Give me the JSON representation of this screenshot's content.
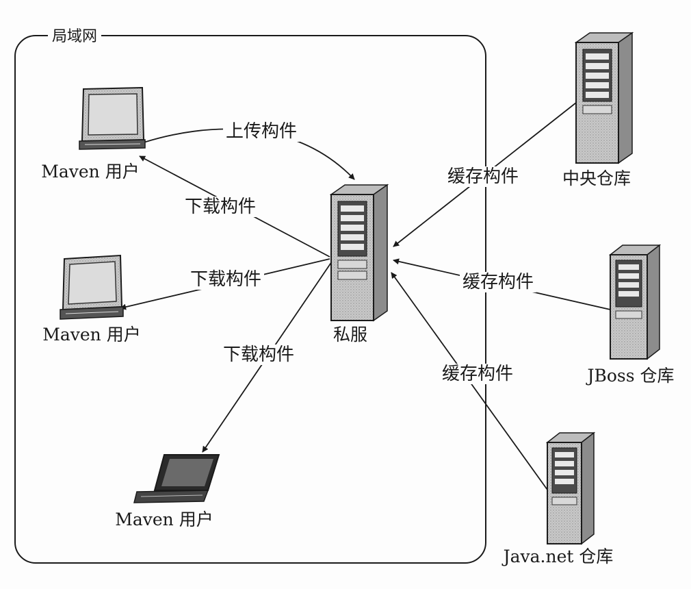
{
  "region": {
    "label": "局域网"
  },
  "nodes": {
    "user_top": "Maven 用户",
    "user_mid": "Maven 用户",
    "user_bottom": "Maven 用户",
    "private_server": "私服",
    "central_repo": "中央仓库",
    "jboss_repo": "JBoss 仓库",
    "javanet_repo": "Java.net 仓库"
  },
  "edges": {
    "upload": "上传构件",
    "download_top": "下载构件",
    "download_mid": "下载构件",
    "download_bottom": "下载构件",
    "cache_central": "缓存构件",
    "cache_jboss": "缓存构件",
    "cache_javanet": "缓存构件"
  }
}
